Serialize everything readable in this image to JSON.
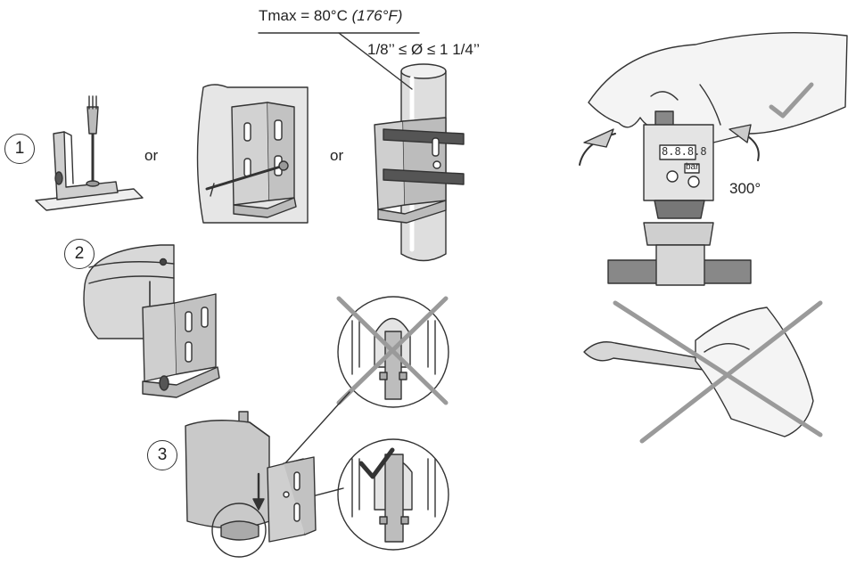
{
  "tmax": {
    "label": "Tmax = 80°C",
    "fahrenheit": "(176°F)"
  },
  "diameter": "1/8’’ ≤ Ø ≤ 1 1/4’’",
  "or_1": "or",
  "or_2": "or",
  "steps": [
    "1",
    "2",
    "3"
  ],
  "rotation": "300°",
  "display_unit": "bar",
  "display_digits": "8.8.8.8",
  "colors": {
    "line": "#333333",
    "metal": "#c8c8c8",
    "metal_dark": "#8a8a8a",
    "pipe": "#d9d9d9",
    "cross": "#9a9a9a",
    "check": "#555555"
  }
}
